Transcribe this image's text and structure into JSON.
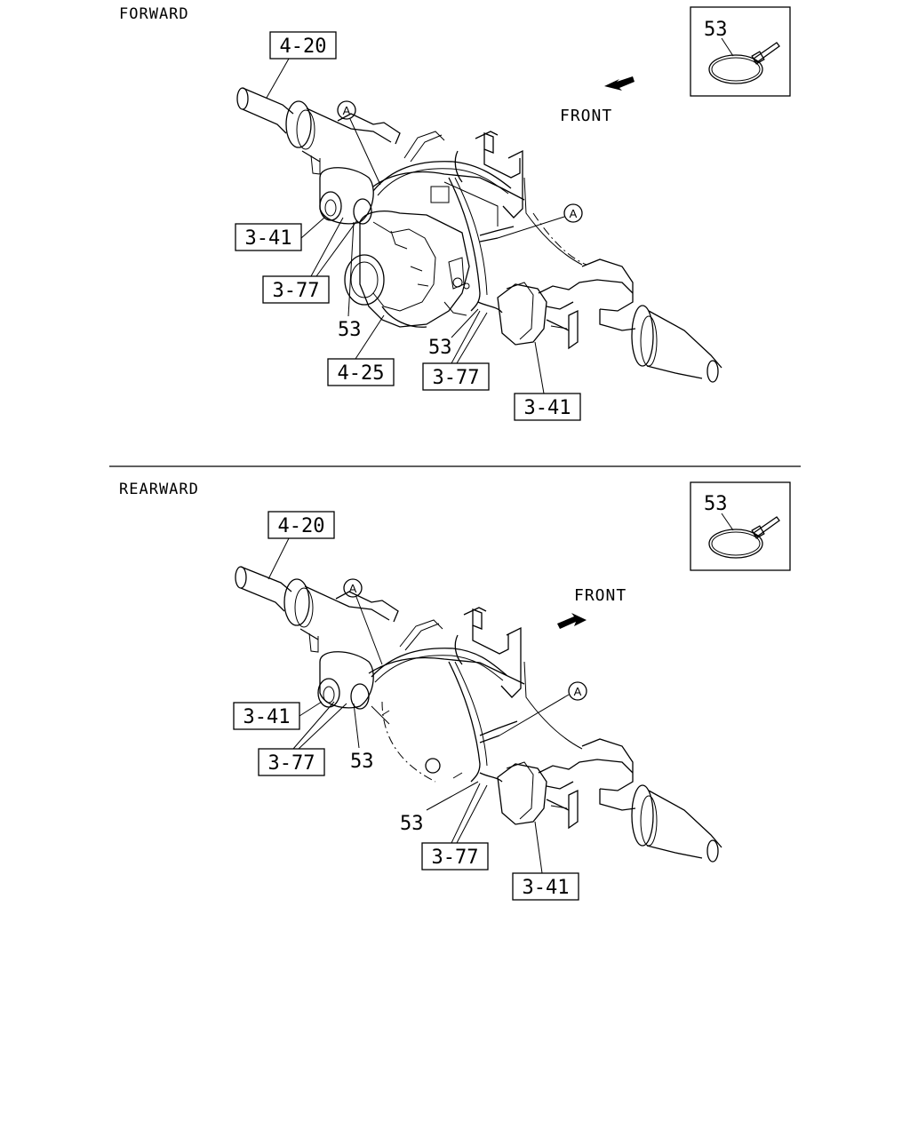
{
  "sections": [
    {
      "title": "FORWARD",
      "front_label": "FRONT",
      "circle_letter": "A",
      "callouts": {
        "c1": "4-20",
        "c2": "3-41",
        "c3": "3-77",
        "c4": "53",
        "c5": "4-25",
        "c6": "53",
        "c7": "3-77",
        "c8": "3-41"
      },
      "inset_label": "53"
    },
    {
      "title": "REARWARD",
      "front_label": "FRONT",
      "circle_letter": "A",
      "callouts": {
        "c1": "4-20",
        "c2": "3-41",
        "c3": "3-77",
        "c4": "53",
        "c6": "53",
        "c7": "3-77",
        "c8": "3-41"
      },
      "inset_label": "53"
    }
  ],
  "icons": {
    "arrow": "front-direction-arrow-icon",
    "clamp": "hose-clamp-icon"
  }
}
